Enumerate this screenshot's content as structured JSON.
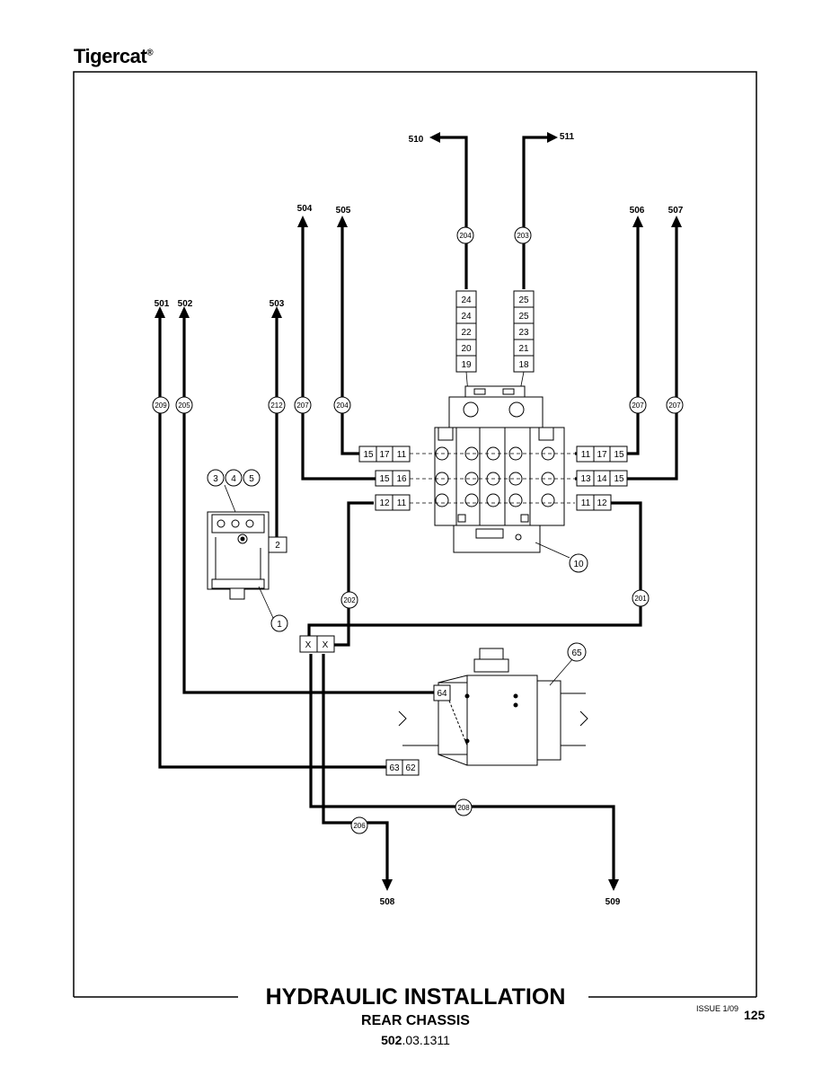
{
  "brand": "Tigercat",
  "brand_mark": "®",
  "title": "HYDRAULIC INSTALLATION",
  "subtitle": "REAR CHASSIS",
  "doc_code_bold": "502",
  "doc_code_rest": ".03.1311",
  "issue": "ISSUE 1/09",
  "page": "125",
  "ports": {
    "p510": "510",
    "p511": "511",
    "p504": "504",
    "p505": "505",
    "p506": "506",
    "p507": "507",
    "p501": "501",
    "p502": "502",
    "p503": "503",
    "p508": "508",
    "p509": "509"
  },
  "hoses": {
    "h204a": "204",
    "h203": "203",
    "h209": "209",
    "h205": "205",
    "h212": "212",
    "h207a": "207",
    "h204b": "204",
    "h207b": "207",
    "h207c": "207",
    "h202": "202",
    "h201": "201",
    "h208": "208",
    "h206": "206"
  },
  "left_stack": [
    "24",
    "24",
    "22",
    "20",
    "19"
  ],
  "right_stack": [
    "25",
    "25",
    "23",
    "21",
    "18"
  ],
  "fit_row1_left": [
    "15",
    "17",
    "11"
  ],
  "fit_row2_left": [
    "15",
    "16"
  ],
  "fit_row3_left": [
    "12",
    "11"
  ],
  "fit_row1_right": [
    "11",
    "17",
    "15"
  ],
  "fit_row2_right": [
    "13",
    "14",
    "15"
  ],
  "fit_row3_right": [
    "11",
    "12"
  ],
  "fit_pump": "2",
  "fit_cross": [
    "X",
    "X"
  ],
  "fit_64": "64",
  "fit_63_62": [
    "63",
    "62"
  ],
  "callouts": {
    "c3": "3",
    "c4": "4",
    "c5": "5",
    "c1": "1",
    "c10": "10",
    "c65": "65"
  }
}
